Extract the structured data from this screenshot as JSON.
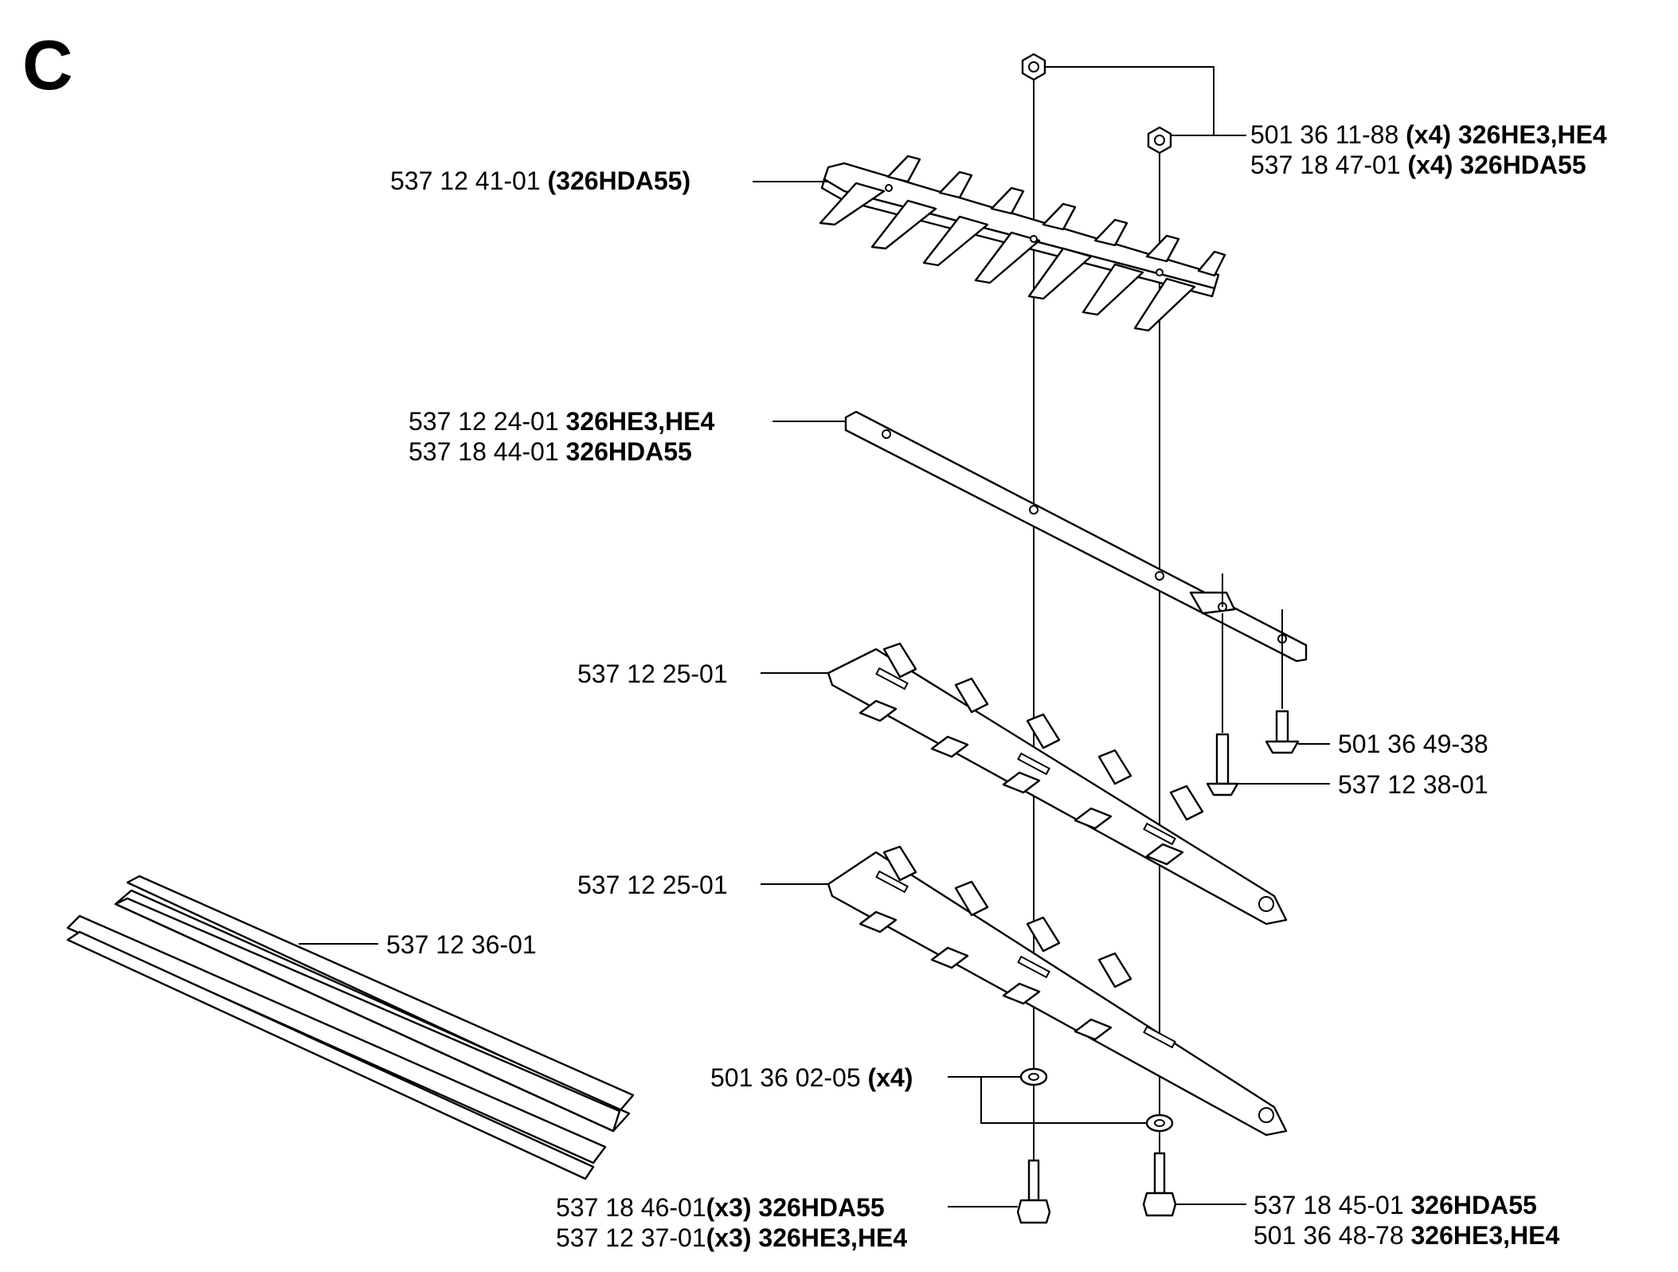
{
  "section_letter": "C",
  "callouts": [
    {
      "id": "upper-blade",
      "lines": [
        {
          "number": "537 12 41-01",
          "bold": "(326HDA55)"
        }
      ]
    },
    {
      "id": "nuts",
      "lines": [
        {
          "number": "501 36 11-88",
          "bold": "(x4) 326HE3,HE4"
        },
        {
          "number": "537 18 47-01",
          "bold": "(x4) 326HDA55"
        }
      ]
    },
    {
      "id": "guide-plate",
      "lines": [
        {
          "number": "537 12 24-01",
          "bold": "326HE3,HE4"
        },
        {
          "number": "537 18 44-01",
          "bold": "326HDA55"
        }
      ]
    },
    {
      "id": "cutter-1",
      "lines": [
        {
          "number": "537 12 25-01",
          "bold": ""
        }
      ]
    },
    {
      "id": "cutter-2",
      "lines": [
        {
          "number": "537 12 25-01",
          "bold": ""
        }
      ]
    },
    {
      "id": "screw-small",
      "lines": [
        {
          "number": "501 36 49-38",
          "bold": ""
        }
      ]
    },
    {
      "id": "screw-long",
      "lines": [
        {
          "number": "537 12 38-01",
          "bold": ""
        }
      ]
    },
    {
      "id": "blade-guard",
      "lines": [
        {
          "number": "537 12 36-01",
          "bold": ""
        }
      ]
    },
    {
      "id": "washers",
      "lines": [
        {
          "number": "501 36 02-05",
          "bold": "(x4)"
        }
      ]
    },
    {
      "id": "bolts-left",
      "lines": [
        {
          "number": "537 18 46-01",
          "bold": "(x3) 326HDA55"
        },
        {
          "number": "537 12 37-01",
          "bold": "(x3) 326HE3,HE4"
        }
      ]
    },
    {
      "id": "bolts-right",
      "lines": [
        {
          "number": "537 18 45-01",
          "bold": "326HDA55"
        },
        {
          "number": "501 36 48-78",
          "bold": "326HE3,HE4"
        }
      ]
    }
  ]
}
